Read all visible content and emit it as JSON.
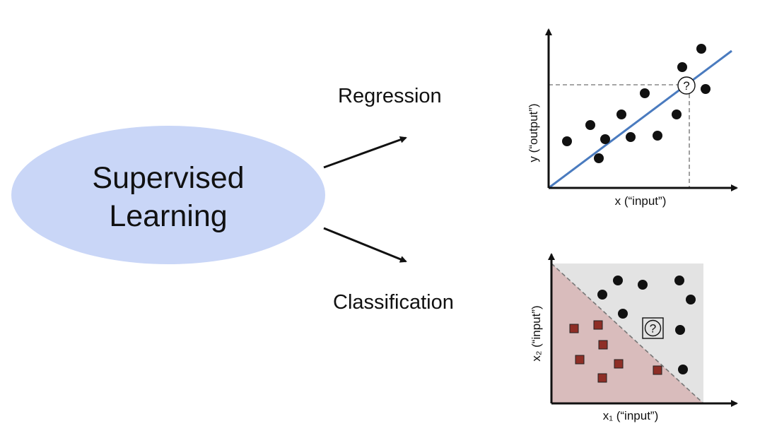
{
  "central": {
    "line1": "Supervised",
    "line2": "Learning",
    "fill_color": "#c9d6f7"
  },
  "branches": {
    "regression_label": "Regression",
    "classification_label": "Classification"
  },
  "regression_plot": {
    "y_axis_label": "y (“output”)",
    "x_axis_label": "x (“input”)",
    "query_label": "?",
    "line_color": "#4a7bbf"
  },
  "classification_plot": {
    "y_axis_label": "x₂ (“input”)",
    "x_axis_label": "x₁ (“input”)",
    "query_label": "?",
    "square_color": "#8e2e26",
    "region_square_color": "#d9bcbc",
    "region_circle_color": "#e3e3e3"
  }
}
